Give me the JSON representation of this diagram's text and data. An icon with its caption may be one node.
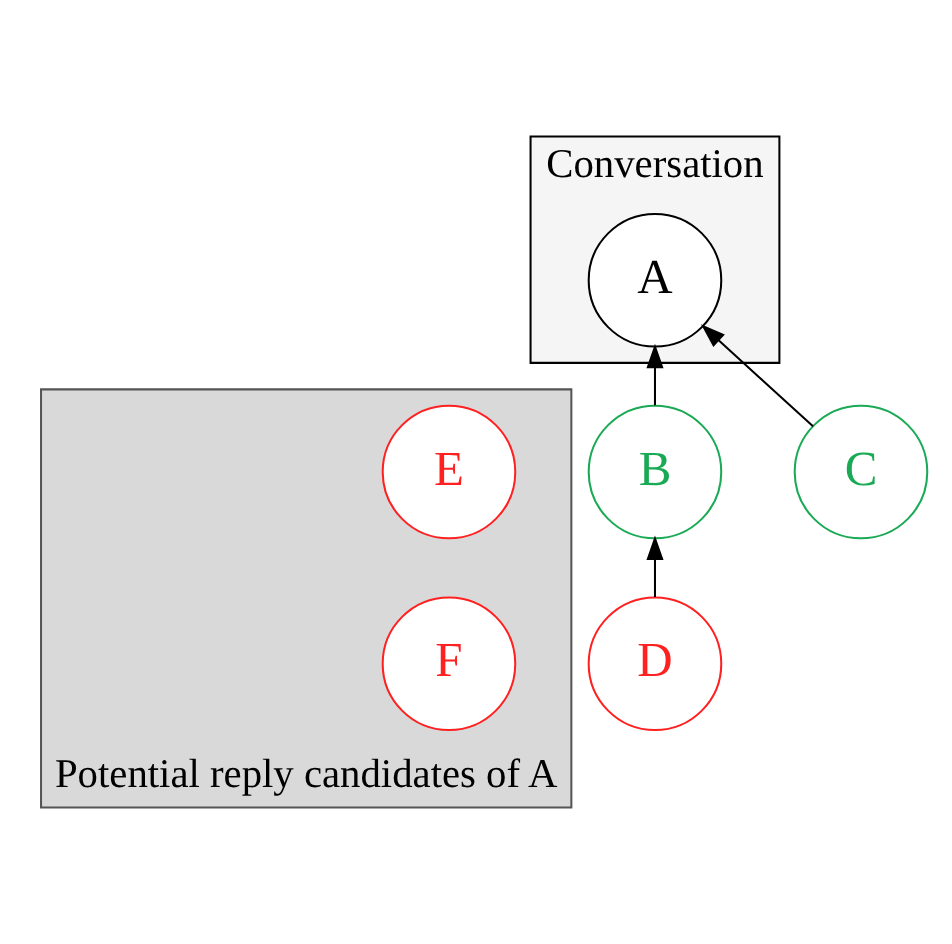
{
  "diagram": {
    "nodes": [
      {
        "text": [
          "Conversation"
        ]
      },
      {
        "text": [
          "Potential reply candidates of A"
        ]
      },
      {
        "text": [
          "A"
        ],
        "in": 0
      },
      {
        "text": [
          "B"
        ]
      },
      {
        "text": [
          "C"
        ]
      },
      {
        "text": [
          "D"
        ]
      },
      {
        "text": [
          "E"
        ],
        "in": 1
      },
      {
        "text": [
          "F"
        ],
        "in": 1
      }
    ],
    "edges": [
      {
        "from": 3,
        "to": 2,
        "arrow": "to"
      },
      {
        "from": 4,
        "to": 2,
        "arrow": "to"
      },
      {
        "from": 5,
        "to": 3,
        "arrow": "to"
      }
    ]
  }
}
